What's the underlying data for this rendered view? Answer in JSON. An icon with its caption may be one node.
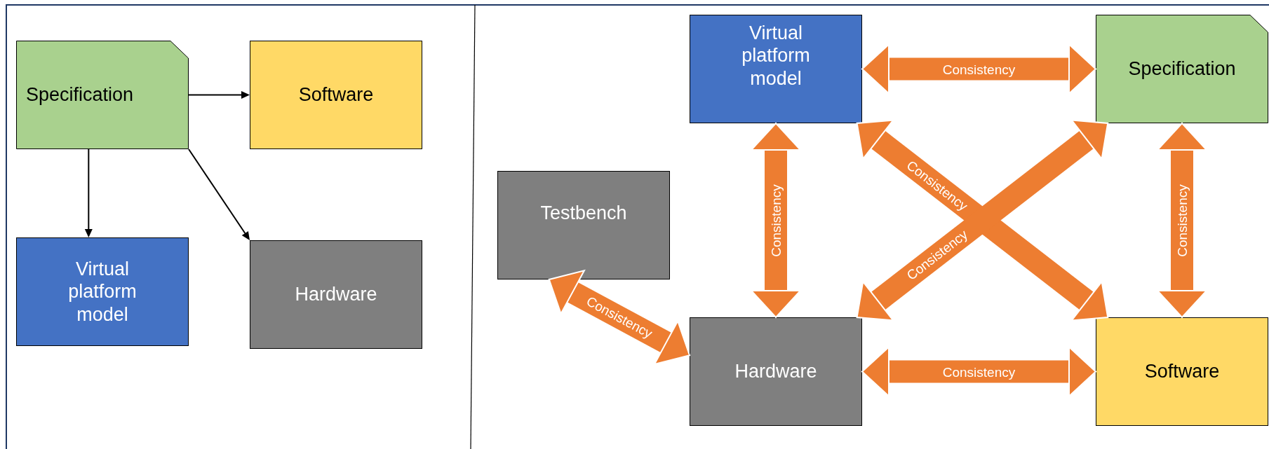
{
  "diagram": {
    "nodes": [
      {
        "text": [
          "Specification"
        ]
      },
      {
        "text": [
          "Software"
        ]
      },
      {
        "text": [
          "Virtual platform model"
        ]
      },
      {
        "text": [
          "Hardware"
        ]
      },
      {
        "text": [
          "Virtual platform model"
        ]
      },
      {
        "text": [
          "Specification"
        ]
      },
      {
        "text": [
          "Testbench"
        ]
      },
      {
        "text": [
          "Hardware"
        ]
      },
      {
        "text": [
          "Software"
        ]
      }
    ],
    "edges": [
      {
        "from": 0,
        "to": 1,
        "arrow": "to",
        "color": "#000000"
      },
      {
        "from": 0,
        "to": 2,
        "arrow": "to",
        "color": "#000000"
      },
      {
        "from": 0,
        "to": 3,
        "arrow": "to",
        "color": "#000000"
      },
      {
        "from": 4,
        "to": 5,
        "arrow": "both",
        "label": "Consistency"
      },
      {
        "from": 4,
        "to": 7,
        "arrow": "both",
        "label": "Consistency"
      },
      {
        "from": 4,
        "to": 8,
        "arrow": "both",
        "label": "Consistency"
      },
      {
        "from": 5,
        "to": 7,
        "arrow": "both",
        "label": "Consistency"
      },
      {
        "from": 5,
        "to": 8,
        "arrow": "both",
        "label": "Consistency"
      },
      {
        "from": 6,
        "to": 7,
        "arrow": "both",
        "label": "Consistency"
      },
      {
        "from": 7,
        "to": 8,
        "arrow": "both",
        "label": "Consistency"
      }
    ]
  }
}
